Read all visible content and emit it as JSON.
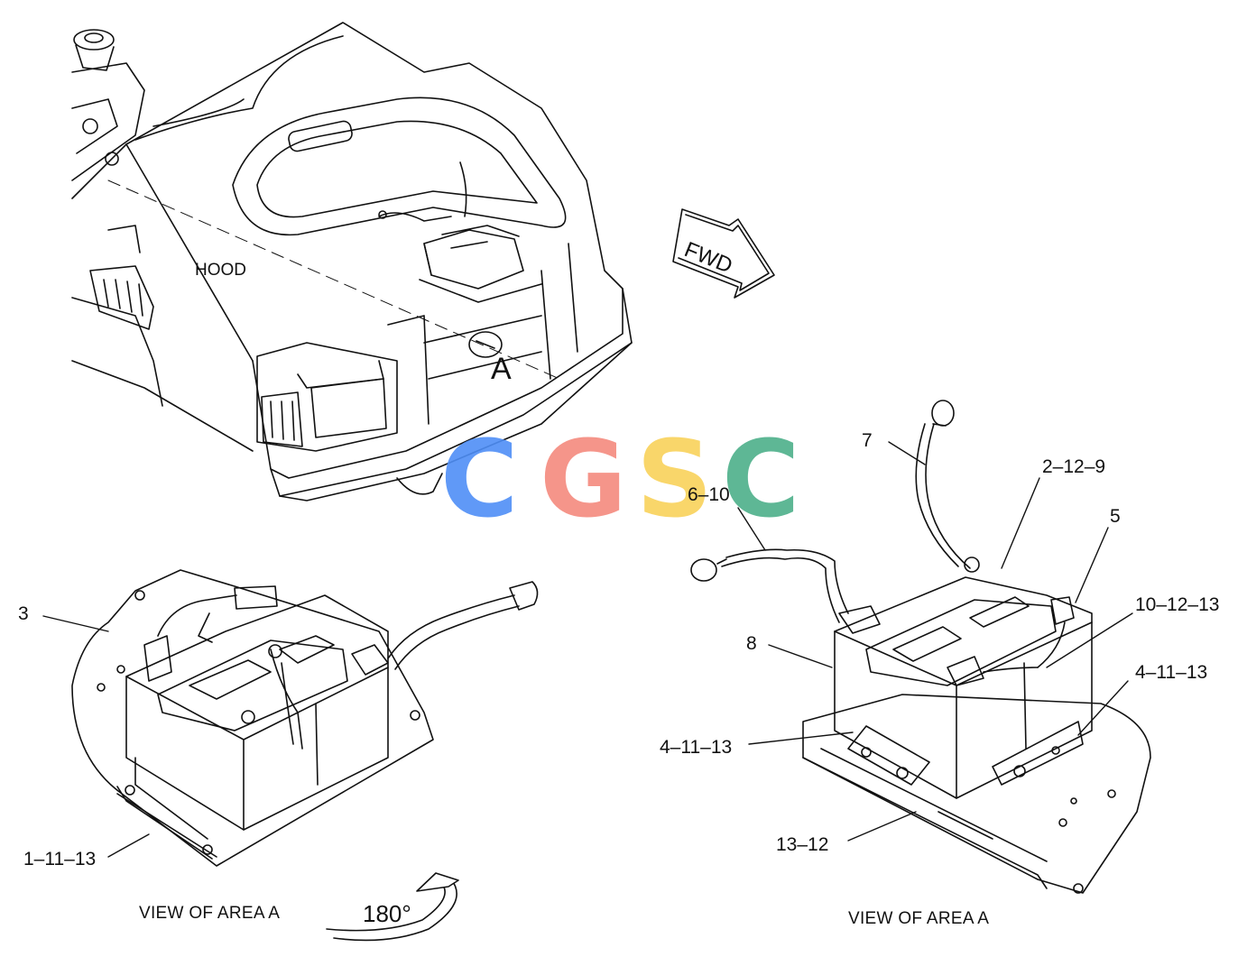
{
  "labels": {
    "hood": "HOOD",
    "area_a": "A",
    "fwd": "FWD",
    "rotation": "180°",
    "callout_3": "3",
    "callout_1_11_13": "1–11–13",
    "callout_7": "7",
    "callout_6_10": "6–10",
    "callout_2_12_9": "2–12–9",
    "callout_5": "5",
    "callout_10_12_13": "10–12–13",
    "callout_8": "8",
    "callout_4_11_13_right": "4–11–13",
    "callout_4_11_13_left": "4–11–13",
    "callout_13_12": "13–12"
  },
  "captions": {
    "left": "VIEW OF AREA  A",
    "right": "VIEW OF AREA  A"
  },
  "watermark": {
    "letters": [
      "C",
      "G",
      "S",
      "C"
    ],
    "colors": [
      "#4f8ff7",
      "#f58a7e",
      "#f9d25a",
      "#4db08a"
    ]
  },
  "colors": {
    "line": "#111111",
    "background": "#ffffff"
  }
}
